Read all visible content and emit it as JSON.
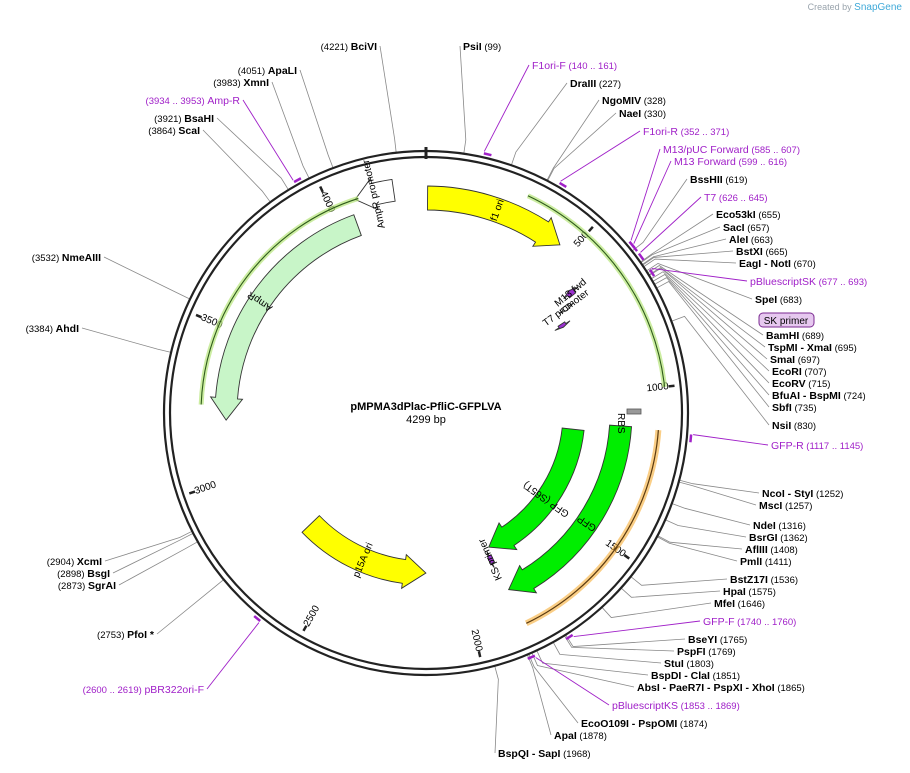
{
  "watermark": {
    "prefix": "Created by",
    "brand": "SnapGene"
  },
  "plasmid": {
    "name": "pMPMA3dPlac-PfliC-GFPLVA",
    "length_label": "4299 bp",
    "length": 4299
  },
  "colors": {
    "primer": "#a020c8",
    "yellow": "#ffff00",
    "green": "#00ee00",
    "light_green": "#c8f5c8",
    "orange": "#f5a623",
    "backbone": "#222222"
  },
  "ticks": [
    {
      "pos": 500,
      "label": "500"
    },
    {
      "pos": 1000,
      "label": "1000"
    },
    {
      "pos": 1500,
      "label": "1500"
    },
    {
      "pos": 2000,
      "label": "2000"
    },
    {
      "pos": 2500,
      "label": "2500"
    },
    {
      "pos": 3000,
      "label": "3000"
    },
    {
      "pos": 3500,
      "label": "3500"
    },
    {
      "pos": 4000,
      "label": "4000"
    }
  ],
  "features": [
    {
      "name": "f1 ori",
      "start": 5,
      "end": 460,
      "r": 215,
      "dir": 1,
      "color": "#ffff00",
      "label": "f1 ori",
      "w": 24
    },
    {
      "name": "M13 fwd",
      "start": 590,
      "end": 612,
      "r": 188,
      "dir": -1,
      "color": "#9b30d0",
      "label": "M13 fwd",
      "w": 8
    },
    {
      "name": "T7 promoter",
      "start": 626,
      "end": 645,
      "r": 175,
      "dir": 1,
      "color": "#ffffff",
      "label": "T7 promoter",
      "w": 8
    },
    {
      "name": "SK primer",
      "start": 677,
      "end": 693,
      "r": 162,
      "dir": 1,
      "color": "#9b30d0",
      "label": "",
      "w": 8
    },
    {
      "name": "GFP (S65T)",
      "start": 1150,
      "end": 1850,
      "r": 148,
      "dir": 1,
      "color": "#00ee00",
      "label": "GFP (S65T)",
      "w": 22
    },
    {
      "name": "GFP",
      "start": 1120,
      "end": 1850,
      "r": 195,
      "dir": 1,
      "color": "#00ee00",
      "label": "GFP",
      "w": 22
    },
    {
      "name": "KS primer",
      "start": 1855,
      "end": 1875,
      "r": 160,
      "dir": 1,
      "color": "#9b30d0",
      "label": "KS primer",
      "w": 8
    },
    {
      "name": "p15A ori",
      "start": 2150,
      "end": 2700,
      "r": 160,
      "dir": -1,
      "color": "#ffff00",
      "label": "p15A ori",
      "w": 24
    },
    {
      "name": "AmpR",
      "start": 3200,
      "end": 4060,
      "r": 200,
      "dir": -1,
      "color": "#c8f5c8",
      "label": "AmpR",
      "w": 22
    },
    {
      "name": "AmpR promoter",
      "start": 4080,
      "end": 4200,
      "r": 225,
      "dir": -1,
      "color": "#ffffff",
      "label": "AmpR promoter",
      "w": 22
    }
  ],
  "enzymes_right": [
    {
      "name": "PsiI",
      "pos": "(99)"
    },
    {
      "name": "DraIII",
      "pos": "(227)"
    },
    {
      "name": "NgoMIV",
      "pos": "(328)"
    },
    {
      "name": "NaeI",
      "pos": "(330)"
    },
    {
      "name": "BssHII",
      "pos": "(619)"
    },
    {
      "name": "Eco53kI",
      "pos": "(655)"
    },
    {
      "name": "SacI",
      "pos": "(657)"
    },
    {
      "name": "AleI",
      "pos": "(663)"
    },
    {
      "name": "BstXI",
      "pos": "(665)"
    },
    {
      "name": "EagI - NotI",
      "pos": "(670)"
    },
    {
      "name": "SpeI",
      "pos": "(683)"
    },
    {
      "name": "BamHI",
      "pos": "(689)"
    },
    {
      "name": "TspMI - XmaI",
      "pos": "(695)"
    },
    {
      "name": "SmaI",
      "pos": "(697)"
    },
    {
      "name": "EcoRI",
      "pos": "(707)"
    },
    {
      "name": "EcoRV",
      "pos": "(715)"
    },
    {
      "name": "BfuAI - BspMI",
      "pos": "(724)"
    },
    {
      "name": "SbfI",
      "pos": "(735)"
    },
    {
      "name": "NsiI",
      "pos": "(830)"
    },
    {
      "name": "NcoI - StyI",
      "pos": "(1252)"
    },
    {
      "name": "MscI",
      "pos": "(1257)"
    },
    {
      "name": "NdeI",
      "pos": "(1316)"
    },
    {
      "name": "BsrGI",
      "pos": "(1362)"
    },
    {
      "name": "AflIII",
      "pos": "(1408)"
    },
    {
      "name": "PmlI",
      "pos": "(1411)"
    },
    {
      "name": "BstZ17I",
      "pos": "(1536)"
    },
    {
      "name": "HpaI",
      "pos": "(1575)"
    },
    {
      "name": "MfeI",
      "pos": "(1646)"
    },
    {
      "name": "BseYI",
      "pos": "(1765)"
    },
    {
      "name": "PspFI",
      "pos": "(1769)"
    },
    {
      "name": "StuI",
      "pos": "(1803)"
    },
    {
      "name": "BspDI - ClaI",
      "pos": "(1851)"
    },
    {
      "name": "AbsI - PaeR7I - PspXI - XhoI",
      "pos": "(1865)"
    },
    {
      "name": "EcoO109I - PspOMI",
      "pos": "(1874)"
    },
    {
      "name": "ApaI",
      "pos": "(1878)"
    },
    {
      "name": "BspQI - SapI",
      "pos": "(1968)"
    }
  ],
  "enzymes_left": [
    {
      "name": "BciVI",
      "pos": "(4221)"
    },
    {
      "name": "ApaLI",
      "pos": "(4051)"
    },
    {
      "name": "XmnI",
      "pos": "(3983)"
    },
    {
      "name": "BsaHI",
      "pos": "(3921)"
    },
    {
      "name": "ScaI",
      "pos": "(3864)"
    },
    {
      "name": "NmeAIII",
      "pos": "(3532)"
    },
    {
      "name": "AhdI",
      "pos": "(3384)"
    },
    {
      "name": "XcmI",
      "pos": "(2904)"
    },
    {
      "name": "BsgI",
      "pos": "(2898)"
    },
    {
      "name": "SgrAI",
      "pos": "(2873)"
    },
    {
      "name": "PfoI *",
      "pos": "(2753)"
    }
  ],
  "primers": [
    {
      "name": "F1ori-F",
      "range": "(140 .. 161)"
    },
    {
      "name": "F1ori-R",
      "range": "(352 .. 371)"
    },
    {
      "name": "M13/pUC Forward",
      "range": "(585 .. 607)"
    },
    {
      "name": "M13 Forward",
      "range": "(599 .. 616)"
    },
    {
      "name": "T7",
      "range": "(626 .. 645)"
    },
    {
      "name": "pBluescriptSK",
      "range": "(677 .. 693)"
    },
    {
      "name": "GFP-R",
      "range": "(1117 .. 1145)"
    },
    {
      "name": "GFP-F",
      "range": "(1740 .. 1760)"
    },
    {
      "name": "pBluescriptKS",
      "range": "(1853 .. 1869)"
    },
    {
      "name": "pBR322ori-F",
      "range": "(2600 .. 2619)"
    },
    {
      "name": "Amp-R",
      "range": "(3934 .. 3953)"
    }
  ],
  "highlight": {
    "label": "SK primer"
  },
  "rbs": {
    "label": "RBS"
  }
}
